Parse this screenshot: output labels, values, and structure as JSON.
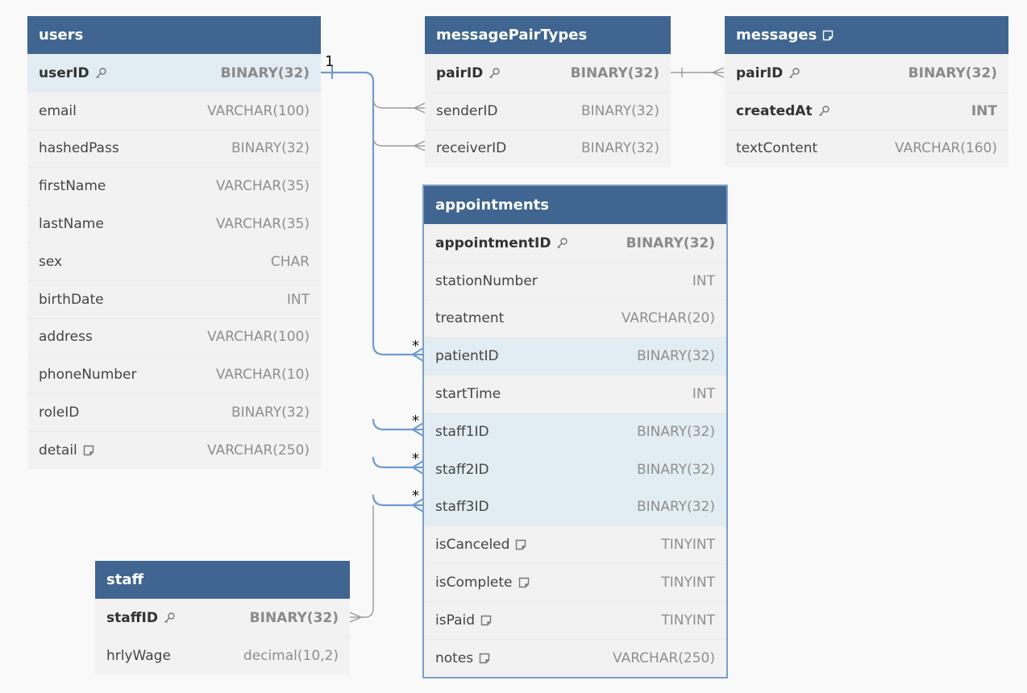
{
  "tables": {
    "users": {
      "title": "users",
      "rows": [
        {
          "name": "userID",
          "type": "BINARY(32)"
        },
        {
          "name": "email",
          "type": "VARCHAR(100)"
        },
        {
          "name": "hashedPass",
          "type": "BINARY(32)"
        },
        {
          "name": "firstName",
          "type": "VARCHAR(35)"
        },
        {
          "name": "lastName",
          "type": "VARCHAR(35)"
        },
        {
          "name": "sex",
          "type": "CHAR"
        },
        {
          "name": "birthDate",
          "type": "INT"
        },
        {
          "name": "address",
          "type": "VARCHAR(100)"
        },
        {
          "name": "phoneNumber",
          "type": "VARCHAR(10)"
        },
        {
          "name": "roleID",
          "type": "BINARY(32)"
        },
        {
          "name": "detail",
          "type": "VARCHAR(250)"
        }
      ]
    },
    "messagePairTypes": {
      "title": "messagePairTypes",
      "rows": [
        {
          "name": "pairID",
          "type": "BINARY(32)"
        },
        {
          "name": "senderID",
          "type": "BINARY(32)"
        },
        {
          "name": "receiverID",
          "type": "BINARY(32)"
        }
      ]
    },
    "messages": {
      "title": "messages",
      "rows": [
        {
          "name": "pairID",
          "type": "BINARY(32)"
        },
        {
          "name": "createdAt",
          "type": "INT"
        },
        {
          "name": "textContent",
          "type": "VARCHAR(160)"
        }
      ]
    },
    "appointments": {
      "title": "appointments",
      "rows": [
        {
          "name": "appointmentID",
          "type": "BINARY(32)"
        },
        {
          "name": "stationNumber",
          "type": "INT"
        },
        {
          "name": "treatment",
          "type": "VARCHAR(20)"
        },
        {
          "name": "patientID",
          "type": "BINARY(32)"
        },
        {
          "name": "startTime",
          "type": "INT"
        },
        {
          "name": "staff1ID",
          "type": "BINARY(32)"
        },
        {
          "name": "staff2ID",
          "type": "BINARY(32)"
        },
        {
          "name": "staff3ID",
          "type": "BINARY(32)"
        },
        {
          "name": "isCanceled",
          "type": "TINYINT"
        },
        {
          "name": "isComplete",
          "type": "TINYINT"
        },
        {
          "name": "isPaid",
          "type": "TINYINT"
        },
        {
          "name": "notes",
          "type": "VARCHAR(250)"
        }
      ]
    },
    "staff": {
      "title": "staff",
      "rows": [
        {
          "name": "staffID",
          "type": "BINARY(32)"
        },
        {
          "name": "hrlyWage",
          "type": "decimal(10,2)"
        }
      ]
    }
  },
  "relationship_labels": {
    "one": "1",
    "many": "*"
  },
  "colors": {
    "header": "#3f6590",
    "highlight_row": "#e2ecf3",
    "relation_line": "#6f9ad0",
    "plain_line": "#9a9a9a"
  }
}
